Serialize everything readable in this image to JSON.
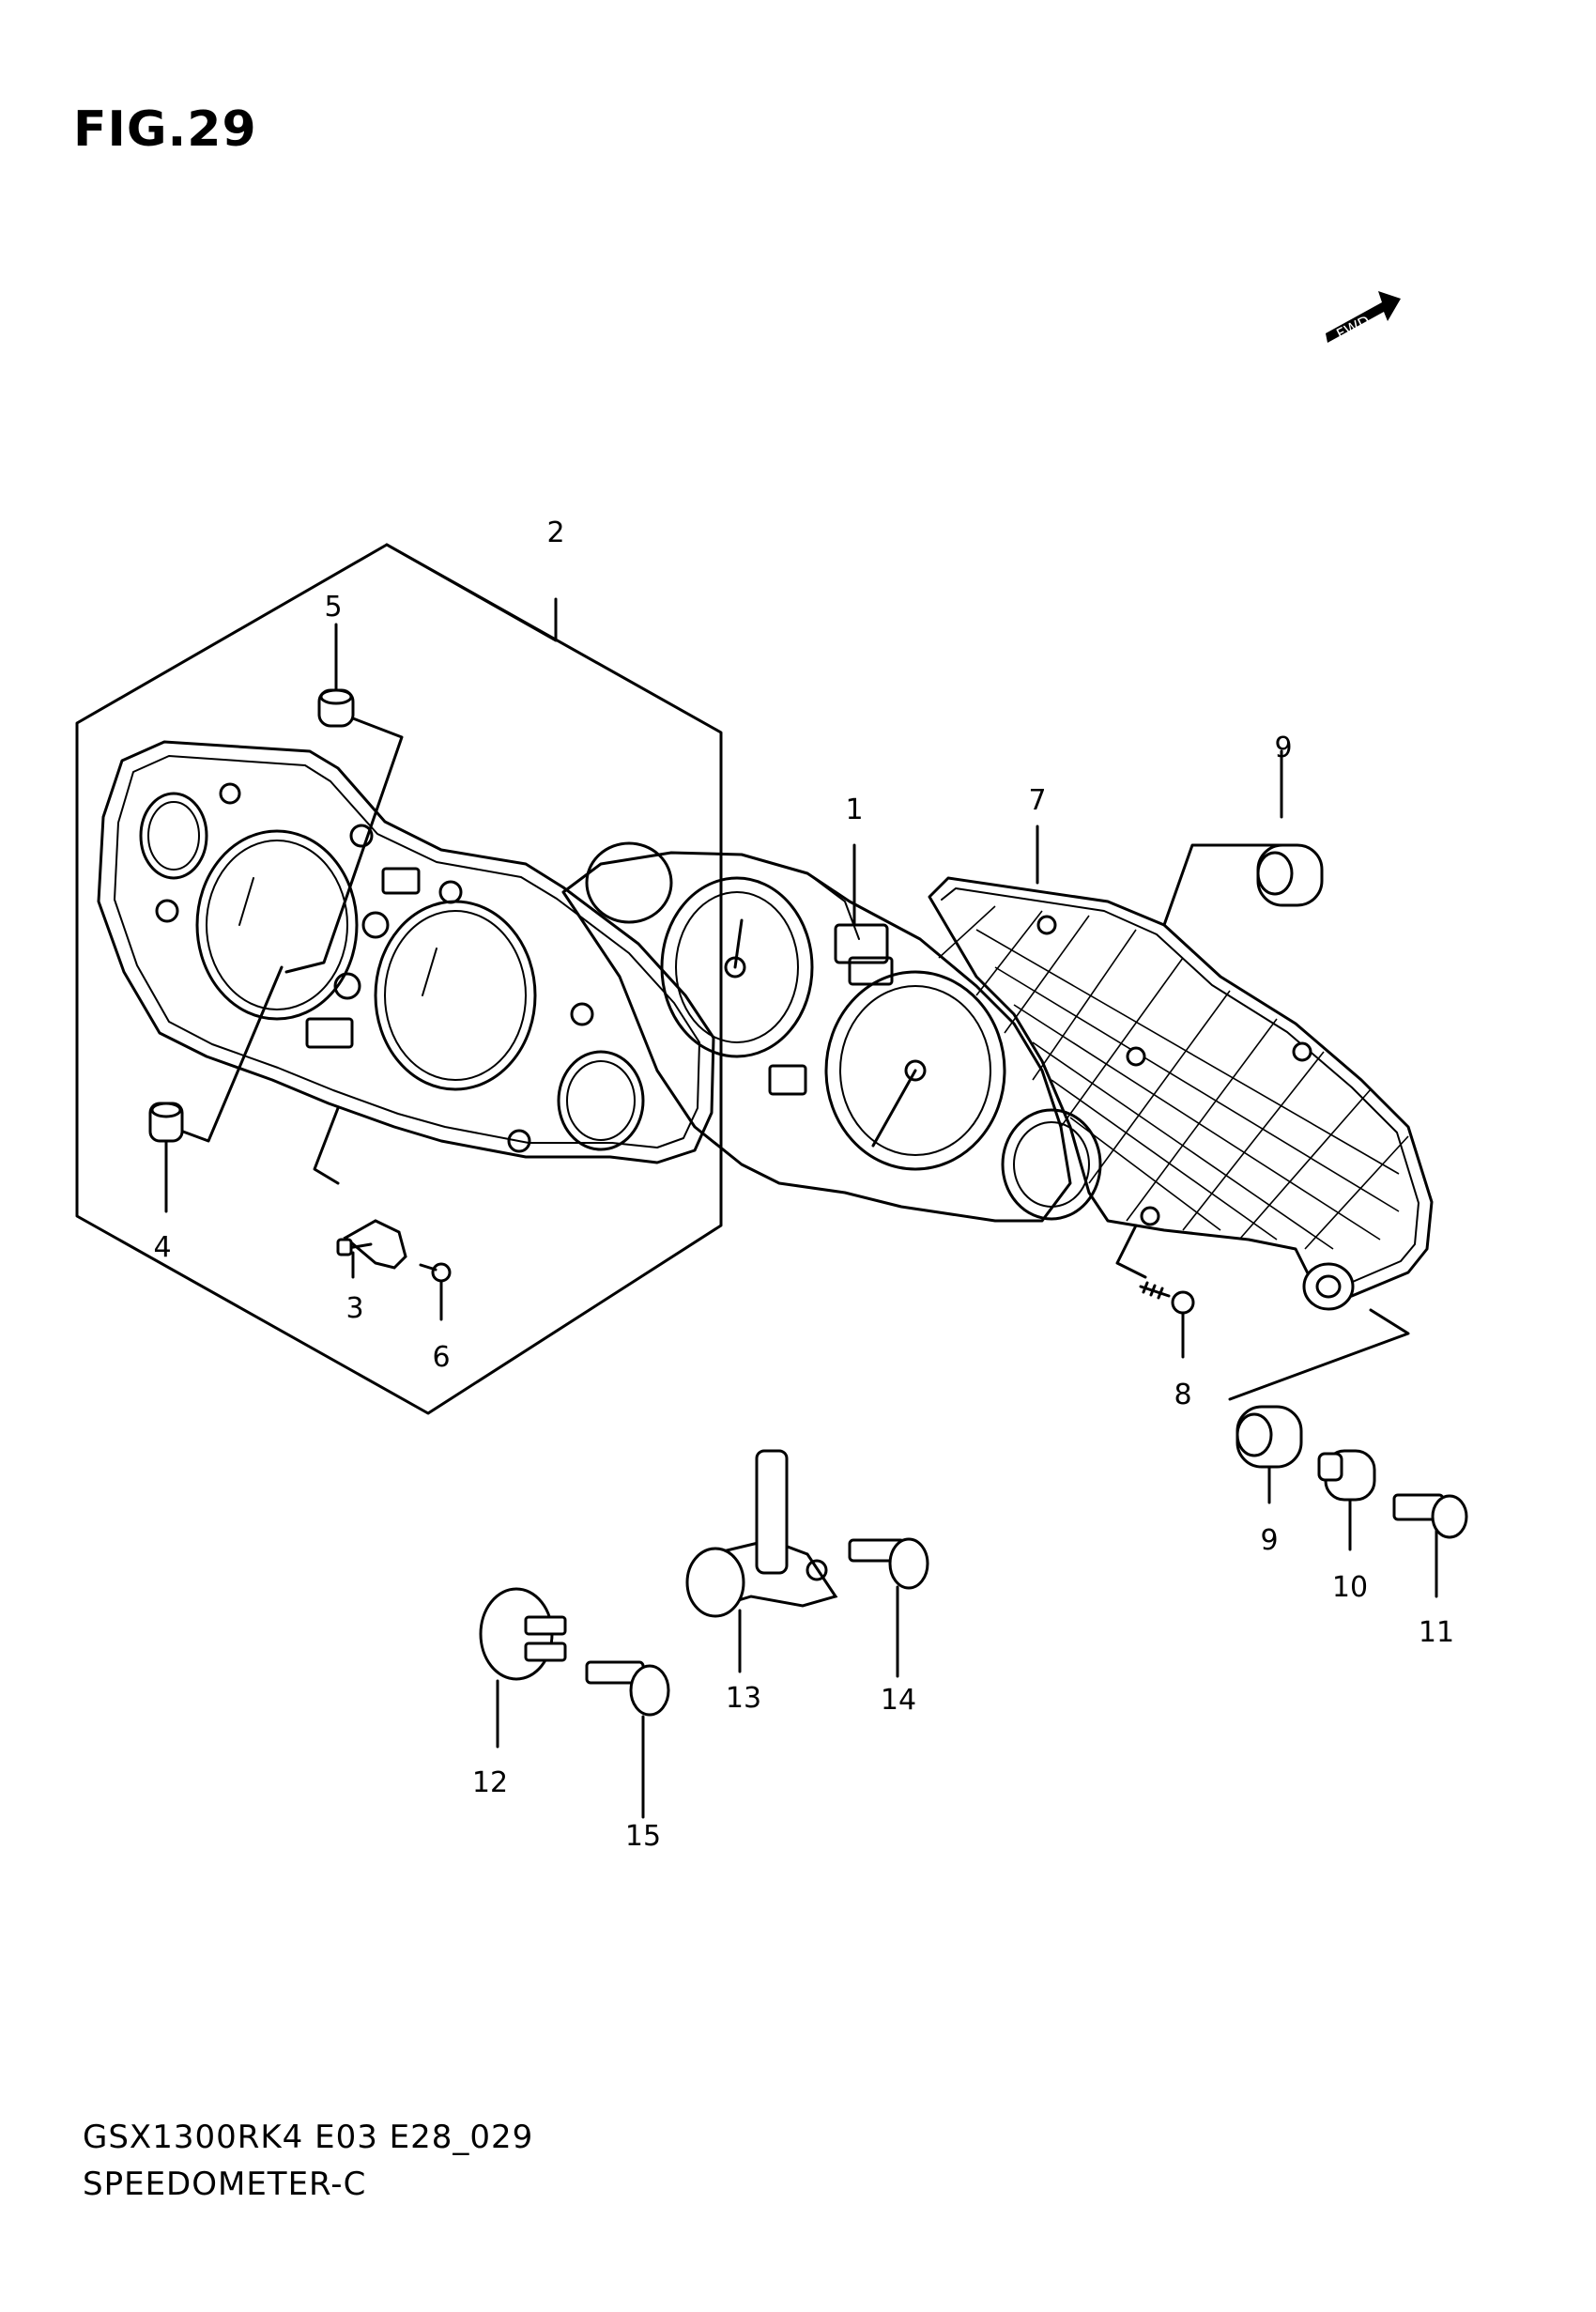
{
  "figure": {
    "title": "FIG.29",
    "fwd_label": "FWD"
  },
  "callouts": [
    "1",
    "2",
    "3",
    "4",
    "5",
    "6",
    "7",
    "8",
    "9",
    "9",
    "10",
    "11",
    "12",
    "13",
    "14",
    "15"
  ],
  "footer": {
    "model_code": "GSX1300RK4 E03 E28_029",
    "section_name": "SPEEDOMETER-C"
  }
}
